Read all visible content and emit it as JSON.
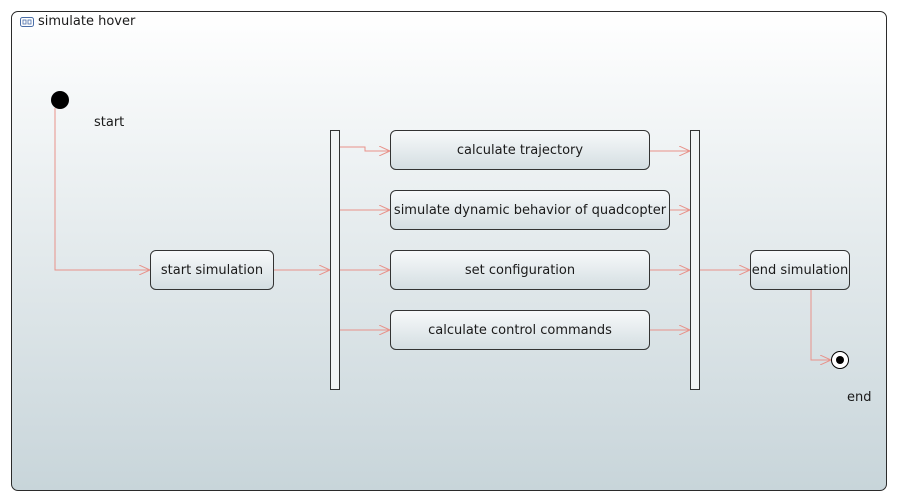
{
  "diagram": {
    "title": "simulate hover",
    "initial_label": "start",
    "final_label": "end",
    "actions": {
      "start_simulation": "start simulation",
      "calculate_trajectory": "calculate trajectory",
      "simulate_dynamic": "simulate dynamic behavior of quadcopter",
      "set_configuration": "set configuration",
      "calculate_control": "calculate control commands",
      "end_simulation": "end simulation"
    },
    "colors": {
      "edge": "#e8928a",
      "border": "#333333"
    }
  }
}
